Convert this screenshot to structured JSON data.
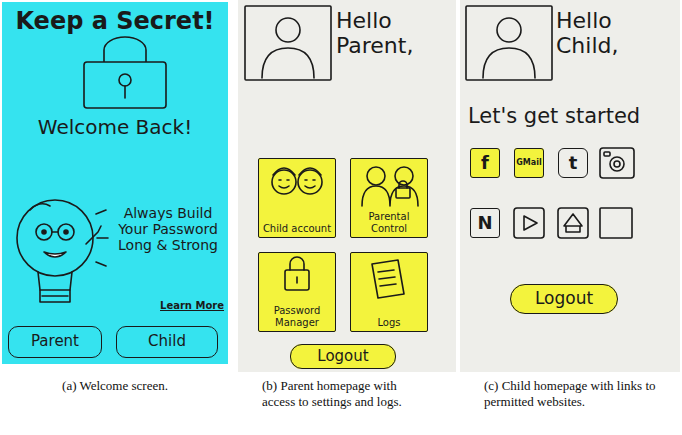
{
  "diagram": {
    "nodes": [
      {
        "text": [
          "Keep a Secret!",
          "Welcome Back!",
          "Always Build Your Password Long & Strong",
          "Learn More"
        ]
      },
      {
        "text": [
          "Parent"
        ],
        "in": 0
      },
      {
        "text": [
          "Child"
        ],
        "in": 0
      },
      {
        "text": [
          "Hello Parent,"
        ]
      },
      {
        "text": [
          "Child account"
        ],
        "in": 3
      },
      {
        "text": [
          "Parental Control"
        ],
        "in": 3
      },
      {
        "text": [
          "Password Manager"
        ],
        "in": 3
      },
      {
        "text": [
          "Logs"
        ],
        "in": 3
      },
      {
        "text": [
          "Logout"
        ],
        "in": 3
      },
      {
        "text": [
          "Hello Child,",
          "Let's get started"
        ]
      },
      {
        "text": [
          "f"
        ],
        "in": 9
      },
      {
        "text": [
          "GMail"
        ],
        "in": 9
      },
      {
        "text": [
          "t"
        ],
        "in": 9
      },
      {
        "text": [
          "N"
        ],
        "in": 9
      },
      {
        "text": [
          "Logout"
        ],
        "in": 9
      }
    ],
    "labels": [
      "(a) Welcome screen.",
      "(b) Parent homepage with access to settings and logs.",
      "(c) Child homepage with links to permitted websites."
    ]
  }
}
